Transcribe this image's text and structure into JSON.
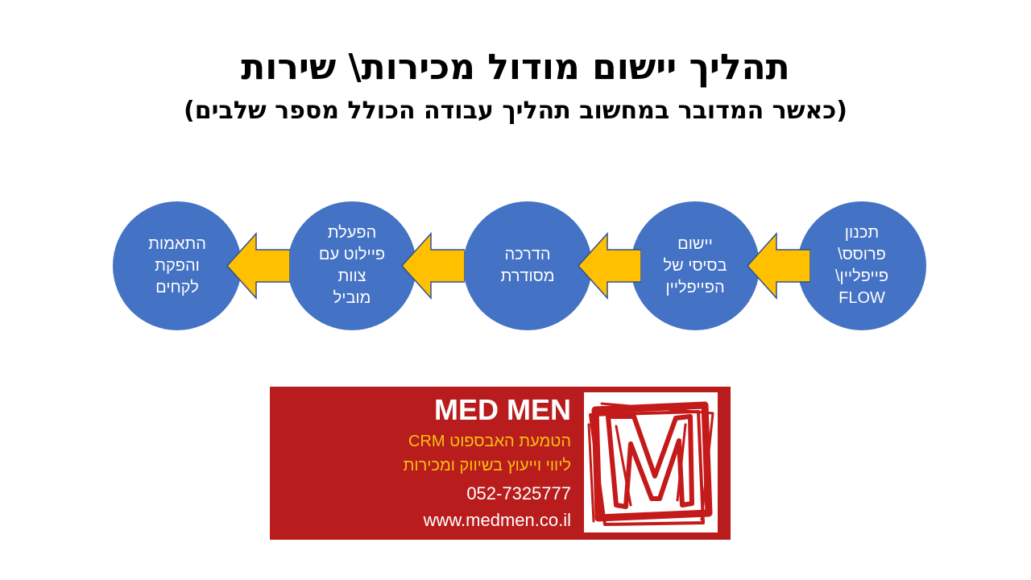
{
  "title": {
    "main": "תהליך יישום מודול מכירות\\ שירות",
    "sub": "(כאשר המדובר במחשוב תהליך עבודה הכולל מספר שלבים)"
  },
  "steps": [
    {
      "label": "תכנון\nפרוסס\\\nפייפליין\\\nFLOW"
    },
    {
      "label": "יישום\nבסיסי של\nהפייפליין"
    },
    {
      "label": "הדרכה\nמסודרת"
    },
    {
      "label": "הפעלת\nפיילוט עם\nצוות\nמוביל"
    },
    {
      "label": "התאמות\nוהפקת\nלקחים"
    }
  ],
  "banner": {
    "brand": "MED MEN",
    "line1": "הטמעת האבספוט CRM",
    "line2": "ליווי וייעוץ בשיווק ומכירות",
    "phone": "052-7325777",
    "website": "www.medmen.co.il",
    "logo_letter": "M"
  },
  "colors": {
    "circle": "#4472c4",
    "arrow": "#ffc000",
    "banner": "#b91c1c",
    "banner_yellow": "#f5c211"
  }
}
